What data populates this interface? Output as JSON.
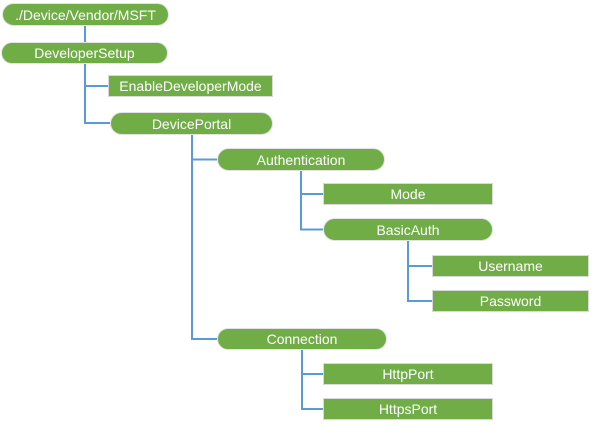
{
  "diagram": {
    "type": "tree",
    "nodes": [
      {
        "id": "root",
        "label": "./Device/Vendor/MSFT",
        "shape": "pill",
        "parent": null
      },
      {
        "id": "developersetup",
        "label": "DeveloperSetup",
        "shape": "pill",
        "parent": "root"
      },
      {
        "id": "enabledevelopermode",
        "label": "EnableDeveloperMode",
        "shape": "rect",
        "parent": "developersetup"
      },
      {
        "id": "deviceportal",
        "label": "DevicePortal",
        "shape": "pill",
        "parent": "developersetup"
      },
      {
        "id": "authentication",
        "label": "Authentication",
        "shape": "pill",
        "parent": "deviceportal"
      },
      {
        "id": "mode",
        "label": "Mode",
        "shape": "rect",
        "parent": "authentication"
      },
      {
        "id": "basicauth",
        "label": "BasicAuth",
        "shape": "pill",
        "parent": "authentication"
      },
      {
        "id": "username",
        "label": "Username",
        "shape": "rect",
        "parent": "basicauth"
      },
      {
        "id": "password",
        "label": "Password",
        "shape": "rect",
        "parent": "basicauth"
      },
      {
        "id": "connection",
        "label": "Connection",
        "shape": "pill",
        "parent": "deviceportal"
      },
      {
        "id": "httpport",
        "label": "HttpPort",
        "shape": "rect",
        "parent": "connection"
      },
      {
        "id": "httpsport",
        "label": "HttpsPort",
        "shape": "rect",
        "parent": "connection"
      }
    ],
    "colors": {
      "node_fill": "#70AD47",
      "node_text": "#FFFFFF",
      "connector": "#5B9BD5",
      "rect_border": "#D9D9D9",
      "pill_border": "#E3E3E3",
      "background": "#FFFFFF"
    }
  }
}
